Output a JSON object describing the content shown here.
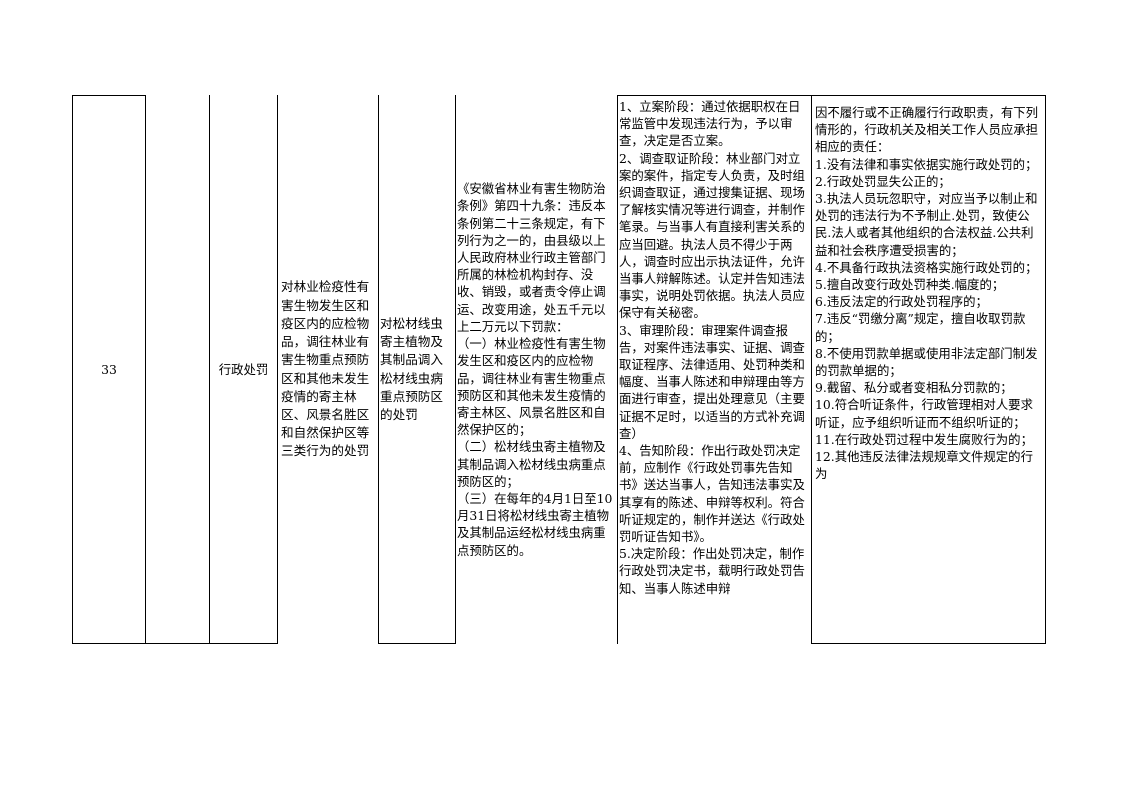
{
  "row": {
    "number": "33",
    "code": "",
    "category": "行政处罚",
    "item_name": "对林业检疫性有害生物发生区和疫区内的应检物品，调往林业有害生物重点预防区和其他未发生疫情的寄主林区、风景名胜区和自然保护区等三类行为的处罚",
    "sub_item": "对松材线虫寄主植物及其制品调入松材线虫病重点预防区的处罚",
    "basis": [
      "《安徽省林业有害生物防治条例》第四十九条：违反本条例第二十三条规定，有下列行为之一的，由县级以上人民政府林业行政主管部门所属的林检机构封存、没收、销毁，或者责令停止调运、改变用途，处五千元以上二万元以下罚款：",
      "（一）林业检疫性有害生物发生区和疫区内的应检物品，调往林业有害生物重点预防区和其他未发生疫情的寄主林区、风景名胜区和自然保护区的；",
      "（二）松材线虫寄主植物及其制品调入松材线虫病重点预防区的；",
      "（三）在每年的4月1日至10月31日将松材线虫寄主植物及其制品运经松材线虫病重点预防区的。"
    ],
    "procedure": [
      "1、立案阶段：通过依据职权在日常监管中发现违法行为，予以审查，决定是否立案。",
      "2、调查取证阶段：林业部门对立案的案件，指定专人负责，及时组织调查取证，通过搜集证据、现场了解核实情况等进行调查，并制作笔录。与当事人有直接利害关系的应当回避。执法人员不得少于两人，调查时应出示执法证件，允许当事人辩解陈述。认定并告知违法事实，说明处罚依据。执法人员应保守有关秘密。",
      "3、审理阶段：审理案件调查报告，对案件违法事实、证据、调查取证程序、法律适用、处罚种类和幅度、当事人陈述和申辩理由等方面进行审查，提出处理意见（主要证据不足时，以适当的方式补充调查）",
      "4、告知阶段：作出行政处罚决定前，应制作《行政处罚事先告知书》送达当事人，告知违法事实及其享有的陈述、申辩等权利。符合听证规定的，制作并送达《行政处罚听证告知书》。",
      "5.决定阶段：作出处罚决定，制作行政处罚决定书，载明行政处罚告知、当事人陈述申辩"
    ],
    "responsibility": [
      "因不履行或不正确履行行政职责，有下列情形的，行政机关及相关工作人员应承担相应的责任：",
      "1.没有法律和事实依据实施行政处罚的；",
      "2.行政处罚显失公正的；",
      "3.执法人员玩忽职守，对应当予以制止和处罚的违法行为不予制止.处罚，致使公民.法人或者其他组织的合法权益.公共利益和社会秩序遭受损害的；",
      "4.不具备行政执法资格实施行政处罚的；",
      "5.擅自改变行政处罚种类.幅度的；",
      "6.违反法定的行政处罚程序的；",
      "7.违反“罚缴分离”规定，擅自收取罚款的；",
      "8.不使用罚款单据或使用非法定部门制发的罚款单据的；",
      "9.截留、私分或者变相私分罚款的；",
      "10.符合听证条件，行政管理相对人要求听证，应予组织听证而不组织听证的；",
      "11.在行政处罚过程中发生腐败行为的；",
      "12.其他违反法律法规规章文件规定的行为"
    ]
  }
}
